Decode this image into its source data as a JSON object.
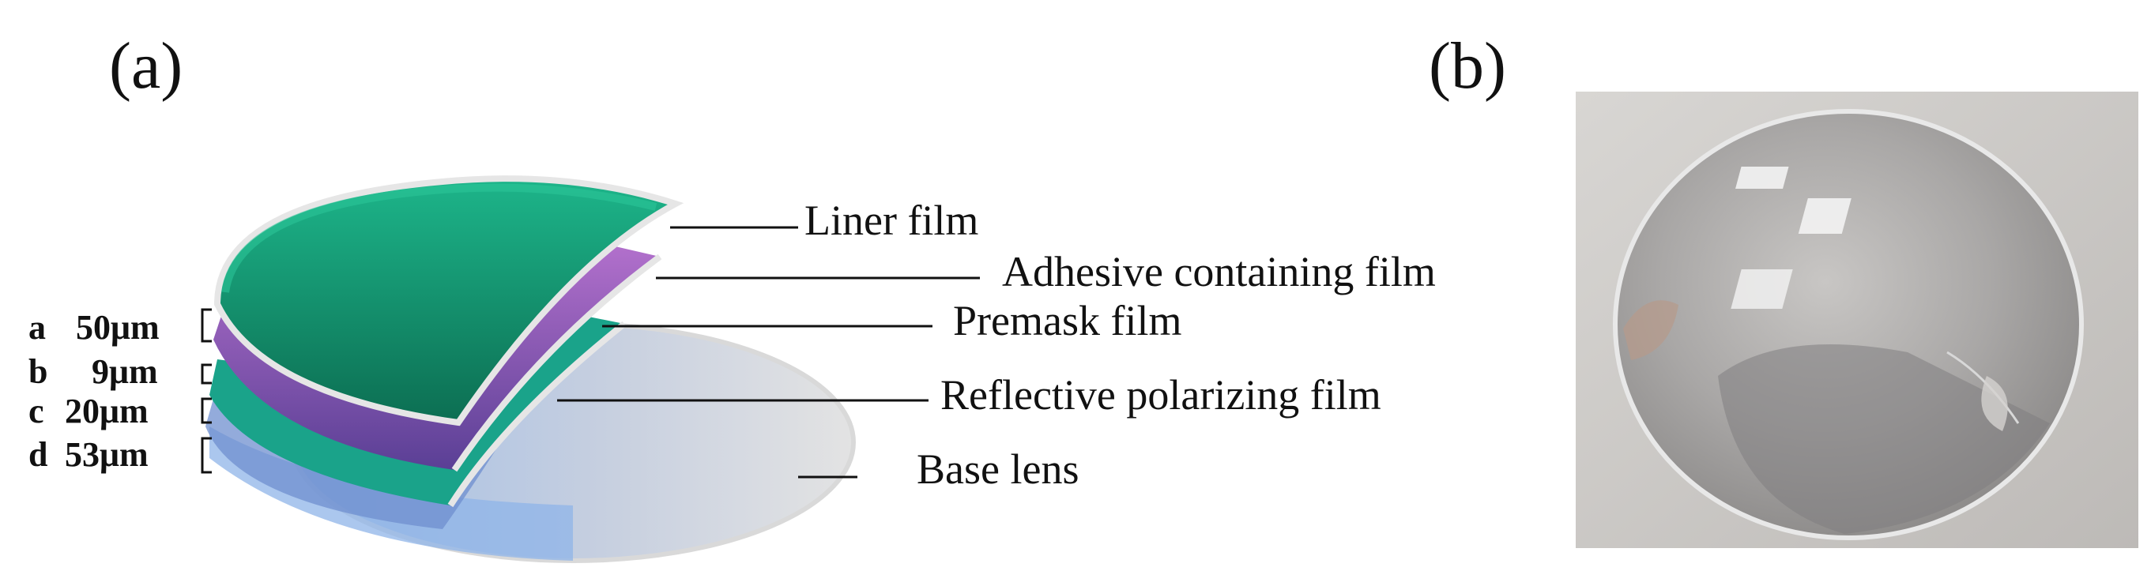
{
  "panels": {
    "a": {
      "label": "(a)"
    },
    "b": {
      "label": "(b)"
    }
  },
  "layers": [
    {
      "name": "Liner film",
      "color": "#17a67b"
    },
    {
      "name": "Adhesive containing film",
      "color": "#a25cbf"
    },
    {
      "name": "Premask film",
      "color": "#1aa38a"
    },
    {
      "name": "Reflective polarizing film",
      "color": "#6f8fcf"
    },
    {
      "name": "Base lens",
      "color": "#d7d9dc"
    }
  ],
  "thicknesses": [
    {
      "letter": "a",
      "value": "50μm"
    },
    {
      "letter": "b",
      "value": "9μm"
    },
    {
      "letter": "c",
      "value": "20μm"
    },
    {
      "letter": "d",
      "value": "53μm"
    }
  ]
}
